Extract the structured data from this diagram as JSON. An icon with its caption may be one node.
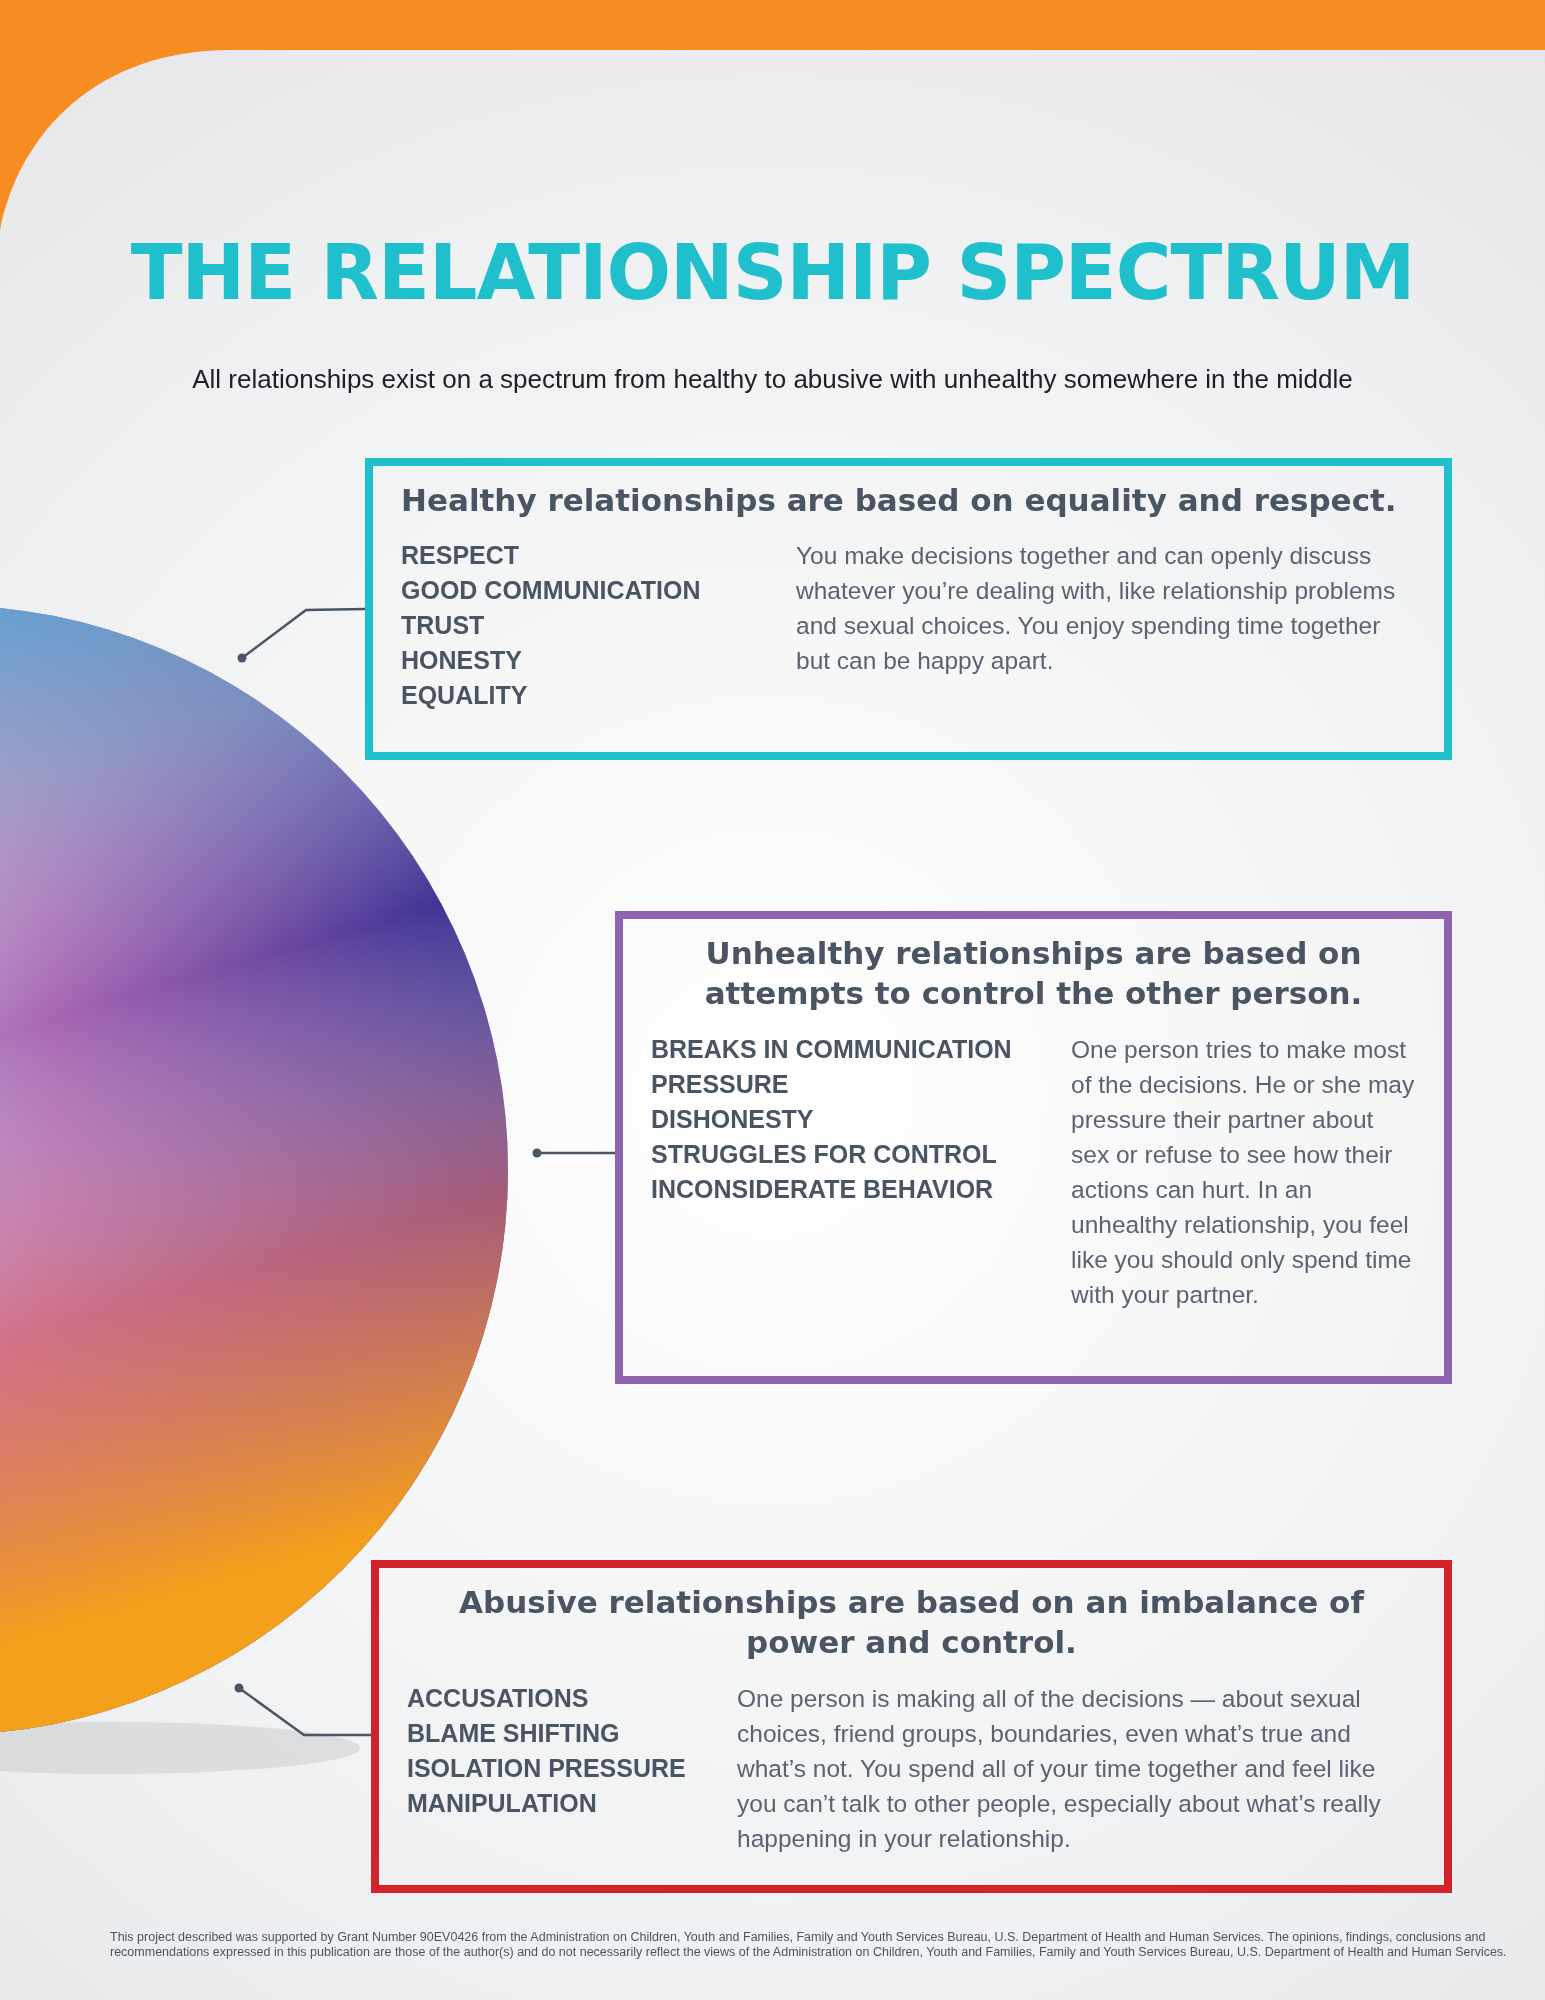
{
  "diagram": {
    "title": "THE RELATIONSHIP SPECTRUM",
    "nodes": [
      {
        "text": [],
        "shape": "picture"
      },
      {
        "text": [
          "Healthy relationships are based on equality and respect.",
          "RESPECT",
          "GOOD COMMUNICATION",
          "TRUST",
          "HONESTY",
          "EQUALITY",
          "You make decisions together and can openly discuss whatever you’re dealing with, like relationship problems and sexual choices. You enjoy spending time together but can be happy apart."
        ]
      },
      {
        "text": [
          "Unhealthy relationships are based on attempts to control the other person.",
          "BREAKS IN COMMUNICATION",
          "PRESSURE",
          "DISHONESTY",
          "STRUGGLES FOR CONTROL",
          "INCONSIDERATE BEHAVIOR",
          "One person tries to make most of the decisions. He or she may pressure their partner about sex or refuse to see how their actions can hurt. In an unhealthy relationship, you feel like you should only spend time with your partner."
        ]
      },
      {
        "text": [
          "Abusive relationships are based on an imbalance of power and control.",
          "ACCUSATIONS",
          "BLAME SHIFTING",
          "ISOLATION PRESSURE",
          "MANIPULATION",
          "One person is making all of the decisions — about sexual choices, friend groups, boundaries, even what’s true and what’s not. You spend all of your time together and feel like you can’t talk to other people, especially about what’s really happening in your relationship."
        ]
      }
    ],
    "edges": [
      {
        "from": 1,
        "to": 0,
        "arrow": "other"
      },
      {
        "from": 2,
        "to": 0,
        "arrow": "other"
      },
      {
        "from": 3,
        "to": 0,
        "arrow": "other"
      }
    ],
    "labels": [
      "All relationships exist on a spectrum from healthy to abusive with unhealthy somewhere in the middle",
      "This project described was supported by Grant Number 90EV0426 from the Administration on Children, Youth and Families, Family and Youth Services Bureau, U.S. Department of Health and Human Services. The opinions, findings, conclusions and recommendations expressed in this publication are those of the author(s) and do not necessarily reflect the views of the Administration on Children, Youth and Families, Family and Youth Services Bureau, U.S. Department of Health and Human Services."
    ]
  }
}
